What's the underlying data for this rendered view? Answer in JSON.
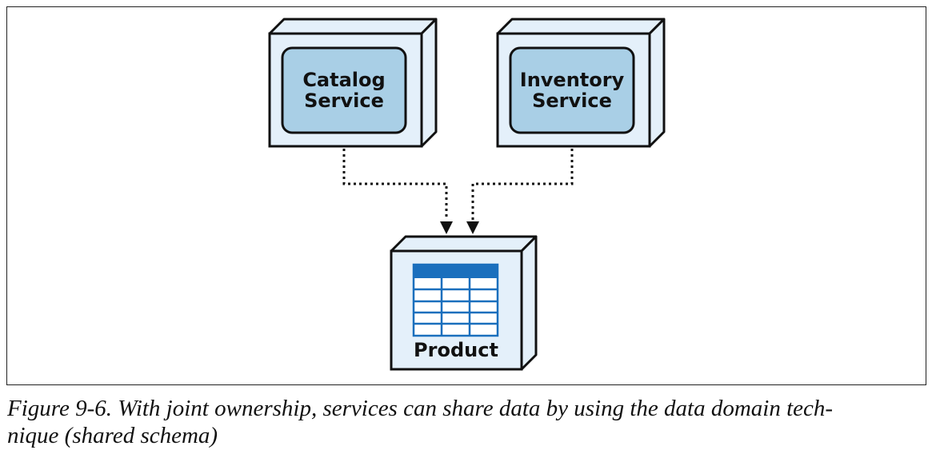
{
  "diagram": {
    "nodes": {
      "catalog": {
        "line1": "Catalog",
        "line2": "Service"
      },
      "inventory": {
        "line1": "Inventory",
        "line2": "Service"
      },
      "product": {
        "label": "Product"
      }
    },
    "edges": [
      {
        "from": "catalog",
        "to": "product",
        "style": "dotted-arrow"
      },
      {
        "from": "inventory",
        "to": "product",
        "style": "dotted-arrow"
      }
    ],
    "colors": {
      "box_face": "#e4f0fa",
      "inner_panel": "#a9cfe6",
      "table_header": "#1a6fbd",
      "table_grid": "#1a6fbd",
      "stroke": "#111111"
    }
  },
  "caption": {
    "line1": "Figure 9-6. With joint ownership, services can share data by using the data domain tech-",
    "line2": "nique (shared schema)"
  }
}
